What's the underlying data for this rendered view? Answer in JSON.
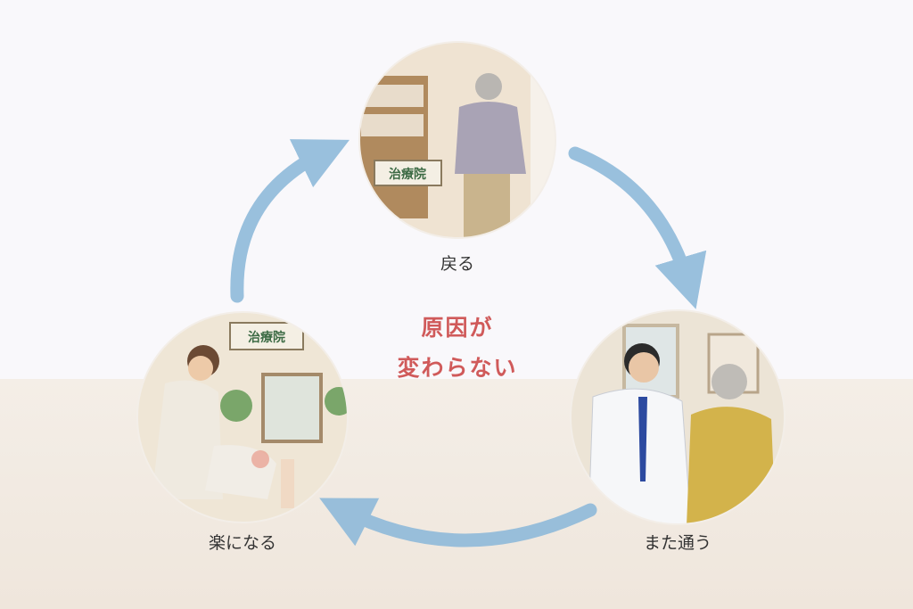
{
  "steps": [
    {
      "label": "戻る",
      "sign": "治療院"
    },
    {
      "label": "また通う"
    },
    {
      "label": "楽になる",
      "sign": "治療院"
    }
  ],
  "center": {
    "line1": "原因が",
    "line2": "変わらない"
  },
  "colors": {
    "arrow": "#8fbada",
    "center_text": "#d05a5a"
  }
}
